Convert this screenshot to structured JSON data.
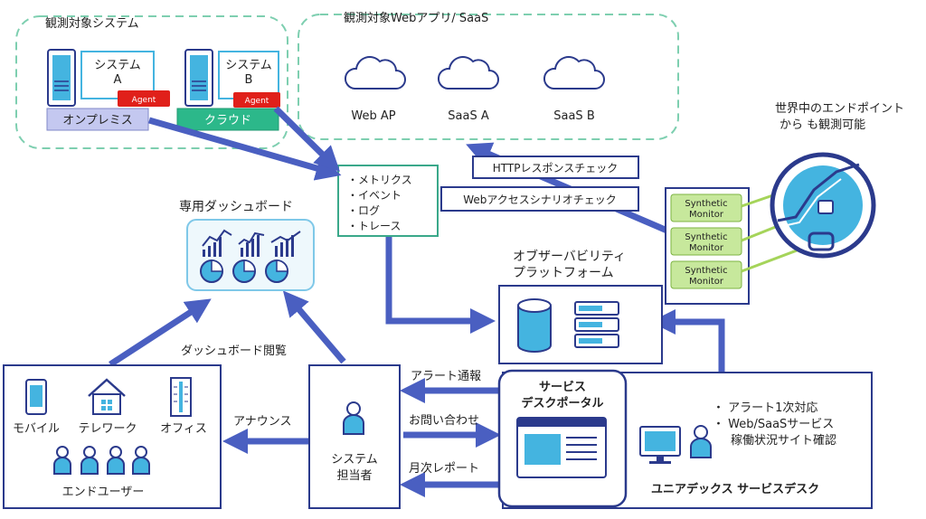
{
  "groups": {
    "observed_systems": "観測対象システム",
    "observed_web": "観測対象Webアプリ/ SaaS"
  },
  "systems": {
    "a_line1": "システム",
    "a_line2": "A",
    "b_line1": "システム",
    "b_line2": "B",
    "agent": "Agent",
    "onprem": "オンプレミス",
    "cloud": "クラウド"
  },
  "clouds": {
    "web_ap": "Web AP",
    "saas_a": "SaaS A",
    "saas_b": "SaaS B"
  },
  "telemetry": {
    "items": [
      "・メトリクス",
      "・イベント",
      "・ログ",
      "・トレース"
    ]
  },
  "checks": {
    "http": "HTTPレスポンスチェック",
    "web": "Webアクセスシナリオチェック"
  },
  "endpoints": {
    "line1": "世界中のエンドポイント",
    "line2": "から も観測可能"
  },
  "monitors": {
    "line1": "Synthetic",
    "line2": "Monitor"
  },
  "platform": {
    "line1": "オブザーバビリティ",
    "line2": "プラットフォーム"
  },
  "dashboard": {
    "title": "専用ダッシュボード",
    "view_label": "ダッシュボード閲覧"
  },
  "users": {
    "mobile": "モバイル",
    "telework": "テレワーク",
    "office": "オフィス",
    "end_users": "エンドユーザー"
  },
  "admin": {
    "line1": "システム",
    "line2": "担当者"
  },
  "flows": {
    "announce": "アナウンス",
    "alert": "アラート通報",
    "inquiry": "お問い合わせ",
    "monthly": "月次レポート"
  },
  "portal": {
    "line1": "サービス",
    "line2": "デスクポータル"
  },
  "service_desk": {
    "bullet1": "・ アラート1次対応",
    "bullet2": "・ Web/SaaSサービス",
    "bullet3": "稼働状況サイト確認",
    "name": "ユニアデックス サービスデスク"
  },
  "colors": {
    "arrow": "#4a5fc1",
    "dashed_border": "#7ecfb0",
    "teal_border": "#3aa88a",
    "accent_blue": "#44b4e0",
    "navy_box": "#2b3a8c",
    "agent_red": "#e0201a",
    "onprem_fill": "#c4c8f0",
    "cloud_fill": "#2cb88a",
    "monitor_fill": "#c7e89c",
    "monitor_line": "#a5d45a"
  }
}
